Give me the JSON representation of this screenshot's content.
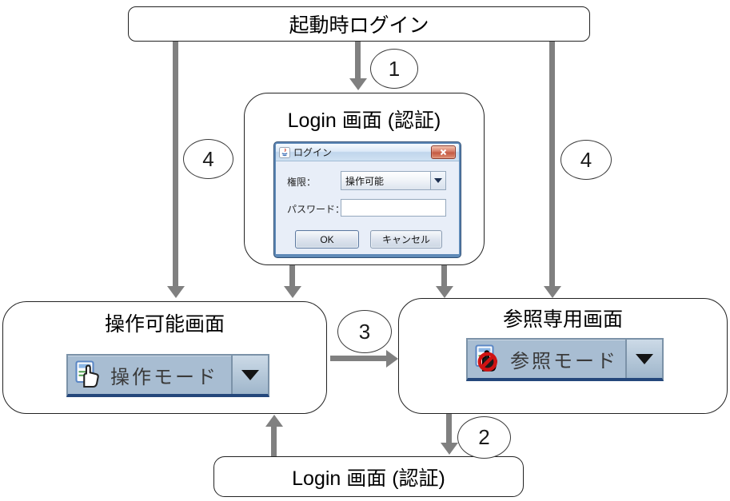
{
  "diagram": {
    "nodes": {
      "startup": {
        "title": "起動時ログイン"
      },
      "login_auth_top": {
        "title": "Login 画面 (認証)"
      },
      "operable": {
        "title": "操作可能画面"
      },
      "readonly": {
        "title": "参照専用画面"
      },
      "login_auth_bottom": {
        "title": "Login 画面 (認証)"
      }
    },
    "step_badges": {
      "step1": "1",
      "step2": "2",
      "step3": "3",
      "step4_left": "4",
      "step4_right": "4"
    },
    "arrow_color": "#808080"
  },
  "login_dialog": {
    "title": "ログイン",
    "titlebar_icon": "java-icon",
    "close_icon": "close-icon",
    "role_label": "権限：",
    "role_value": "操作可能",
    "password_label": "パスワード：",
    "password_value": "",
    "ok_label": "OK",
    "cancel_label": "キャンセル"
  },
  "mode_selectors": {
    "operable": {
      "label": "操作モード",
      "icon": "hand-cursor-icon"
    },
    "readonly": {
      "label": "参照モード",
      "icon": "prohibition-icon"
    }
  },
  "colors": {
    "selector_fill": "#a8bdd2",
    "selector_bottom_edge": "#24477b",
    "dialog_frame": "#5f8ab8",
    "dialog_body": "#e8eef8",
    "close_button_red": "#c45a43",
    "arrow_gray": "#808080"
  }
}
